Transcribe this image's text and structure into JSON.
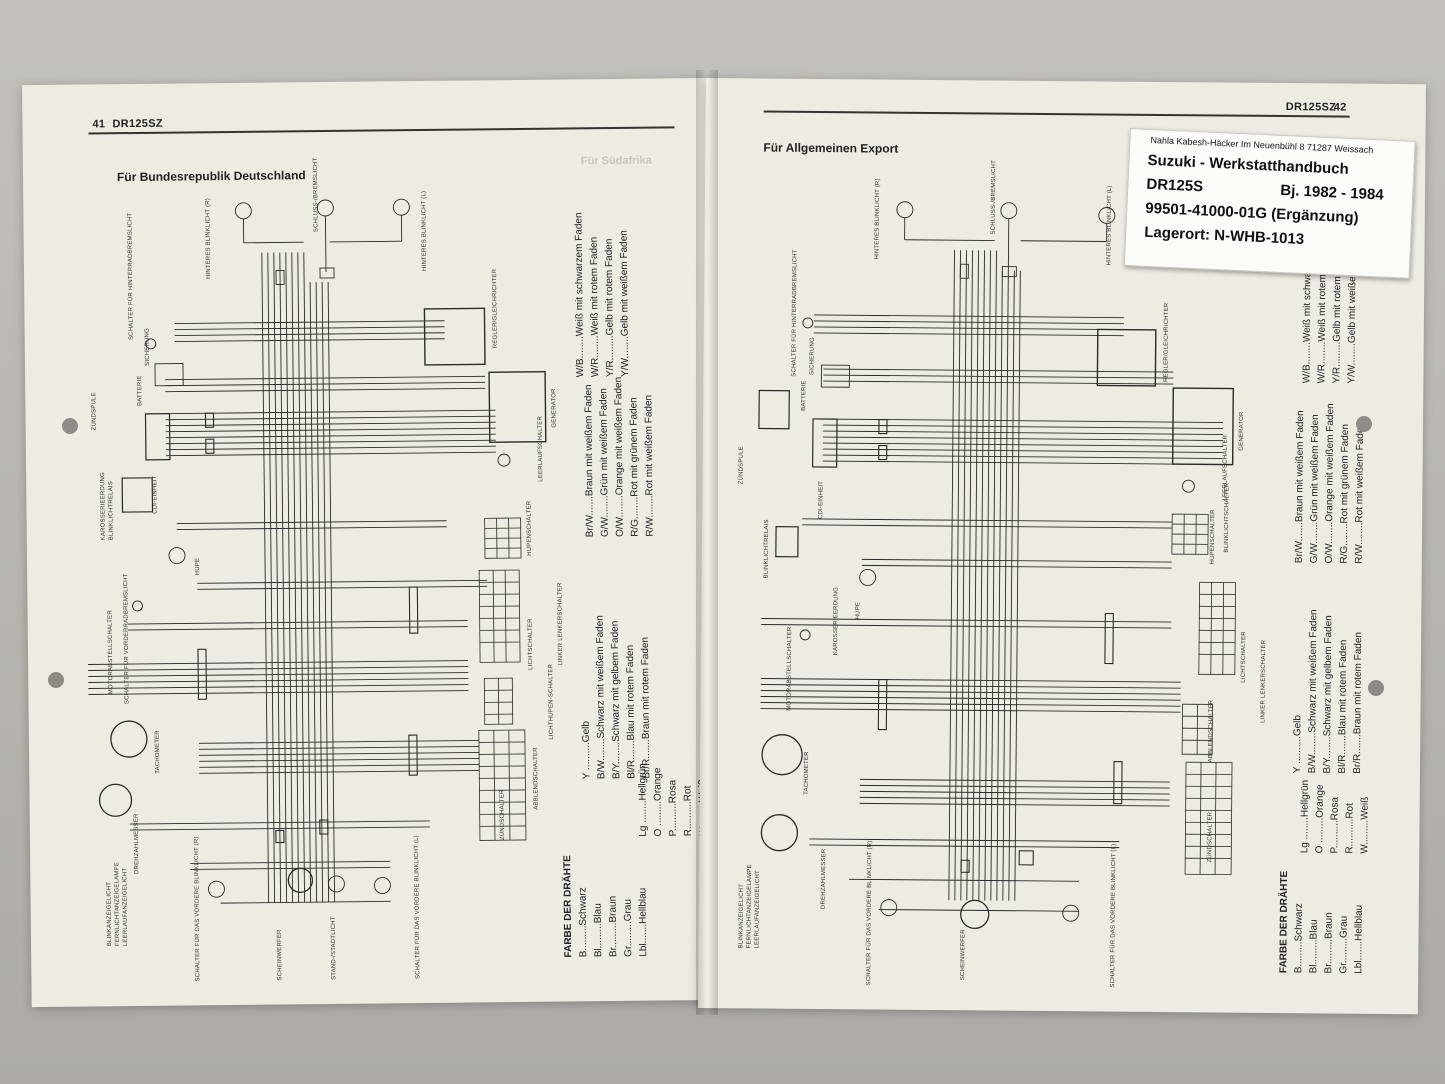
{
  "left_page": {
    "page_number": "41",
    "model": "DR125SZ",
    "title": "Für Bundesrepublik Deutschland",
    "ghost_title": "Für Südafrika",
    "labels": [
      "BLINKANZEIGELICHT",
      "FERNLICHTANZEIGELAMPE",
      "LEERLAUFANZEIGELICHT",
      "SCHEINWERFER",
      "STAND-/STADTLICHT",
      "SCHALTER FÜR DAS VORDERE BLINKLICHT (L)",
      "SCHALTER FÜR DAS VORDERE BLINKLICHT (R)",
      "DREHZAHLMESSER",
      "TACHOMETER",
      "MOTORABSTELLSCHALTER",
      "SCHALTER FÜR VORDERRADBREMSLICHT",
      "KAROSSERIEERDUNG",
      "BLINKLICHTRELAIS",
      "HUPE",
      "ZÜNDSPULE",
      "CDI-EINHEIT",
      "BATTERIE",
      "SICHERUNG",
      "SCHALTER FÜR HINTERRADBREMSLICHT",
      "HINTERES BLINKLICHT (R)",
      "SCHLUSS-/BREMSLICHT",
      "HINTERES BLINKLICHT (L)",
      "REGLER/GLEICHRICHTER",
      "GENERATOR",
      "LEERLAUFSCHALTER",
      "HUPENSCHALTER",
      "LICHTSCHALTER",
      "LICHTHUPEN-SCHALTER",
      "ABBLENDSCHALTER",
      "ZÜNDSCHALTER",
      "LINKER LENKERSCHALTER"
    ]
  },
  "right_page": {
    "page_number": "42",
    "model": "DR125SZ",
    "title": "Für Allgemeinen Export",
    "labels": [
      "BLINKANZEIGELICHT",
      "FERNLICHTANZEIGELAMPE",
      "LEERLAUFANZEIGELICHT",
      "SCHEINWERFER",
      "SCHALTER FÜR DAS VORDERE BLINKLICHT (L)",
      "SCHALTER FÜR DAS VORDERE BLINKLICHT (R)",
      "DREHZAHLMESSER",
      "TACHOMETER",
      "MOTORABSTELLSCHALTER",
      "KAROSSERIEERDUNG",
      "BLINKLICHTRELAIS",
      "HUPE",
      "ZÜNDSPULE",
      "CDI-EINHEIT",
      "BATTERIE",
      "SICHERUNG",
      "SCHALTER FÜR HINTERRADBREMSLICHT",
      "HINTERES BLINKLICHT (R)",
      "SCHLUSS-/BREMSLICHT",
      "HINTERES BLINKLICHT (L)",
      "REGLER/GLEICHRICHTER",
      "GENERATOR",
      "LEERLAUFSCHALTER",
      "HUPENSCHALTER",
      "BLINKLICHTSCHALTER",
      "LICHTSCHALTER",
      "ABBLENDSCHALTER",
      "ZÜNDSCHALTER",
      "LINKER LENKERSCHALTER"
    ]
  },
  "legend": {
    "heading": "FARBE DER DRÄHTE",
    "col1": [
      "B.........Schwarz",
      "Bl.........Blau",
      "Br.........Braun",
      "Gr.........Grau",
      "Lbl.......Hellblau"
    ],
    "col2": [
      "Lg ........Hellgrün",
      "O .........Orange",
      "P..........Rosa",
      "R..........Rot",
      "W.........Weiß"
    ],
    "col3": [
      "Y ..........Gelb",
      "B/W........Schwarz mit weißem Faden",
      "B/Y........Schwarz mit gelbem Faden",
      "Bl/R.......Blau mit rotem Faden",
      "Br/R.......Braun mit rotem Faden"
    ],
    "col4": [
      "Br/W.......Braun mit weißem Faden",
      "G/W........Grün mit weißem Faden",
      "O/W........Orange mit weißem Faden",
      "R/G........Rot mit grünem Faden",
      "R/W........Rot mit weißem Faden"
    ],
    "col5": [
      "W/B........Weiß mit schwarzem Faden",
      "W/R........Weiß mit rotem Faden",
      "Y/R.........Gelb mit rotem Faden",
      "Y/W........Gelb mit weißem Faden"
    ]
  },
  "sticker": {
    "address": "Nahla Kabesh-Häcker  Im Neuenbühl 8  71287 Weissach",
    "line1": "Suzuki - Werkstatthandbuch",
    "line2_left": "DR125S",
    "line2_right": "Bj. 1982 - 1984",
    "line3": "99501-41000-01G  (Ergänzung)",
    "line4": "Lagerort: N-WHB-1013"
  }
}
